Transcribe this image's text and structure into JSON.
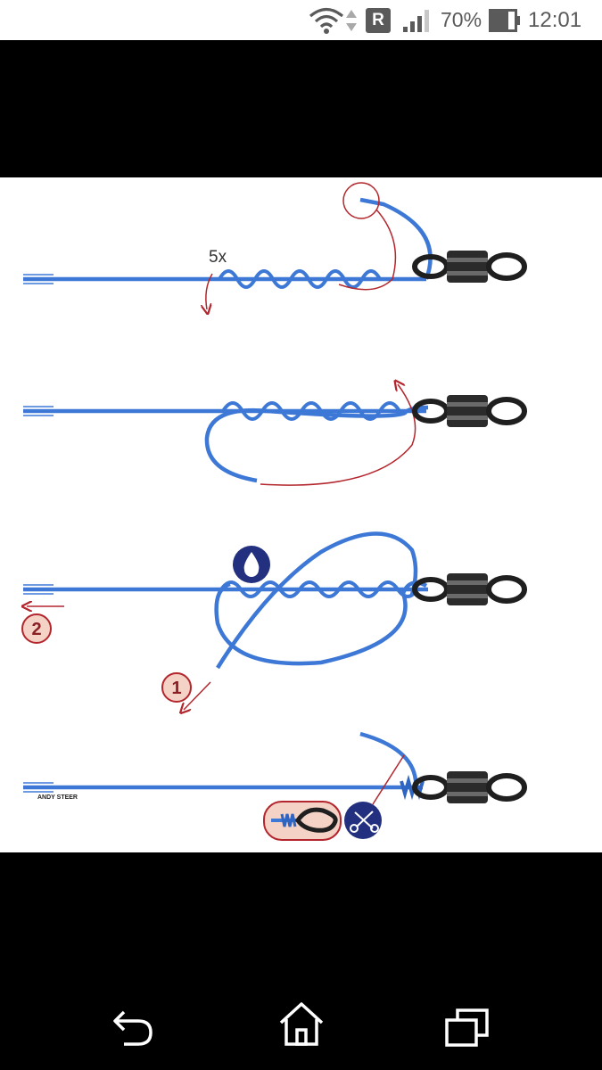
{
  "status_bar": {
    "wifi_icon": "wifi-icon",
    "data_arrows_icon": "data-transfer-icon",
    "roaming_badge": "R",
    "signal_icon": "cell-signal-icon",
    "battery_percent": "70%",
    "battery_icon": "battery-icon",
    "time": "12:01"
  },
  "illustration": {
    "wraps_label": "5x",
    "step_2_label": "2",
    "step_1_label": "1",
    "credit": "ANDY STEER",
    "moisten_icon": "water-drop-icon",
    "trim_icon": "scissors-icon",
    "colors": {
      "line": "#3d78d6",
      "arrow": "#b3262d",
      "badge_fill": "#f4d2c6",
      "swivel": "#1f1f1f",
      "icon_bg": "#23307f"
    }
  },
  "nav_bar": {
    "back_icon": "back-icon",
    "home_icon": "home-icon",
    "recents_icon": "recent-apps-icon"
  }
}
